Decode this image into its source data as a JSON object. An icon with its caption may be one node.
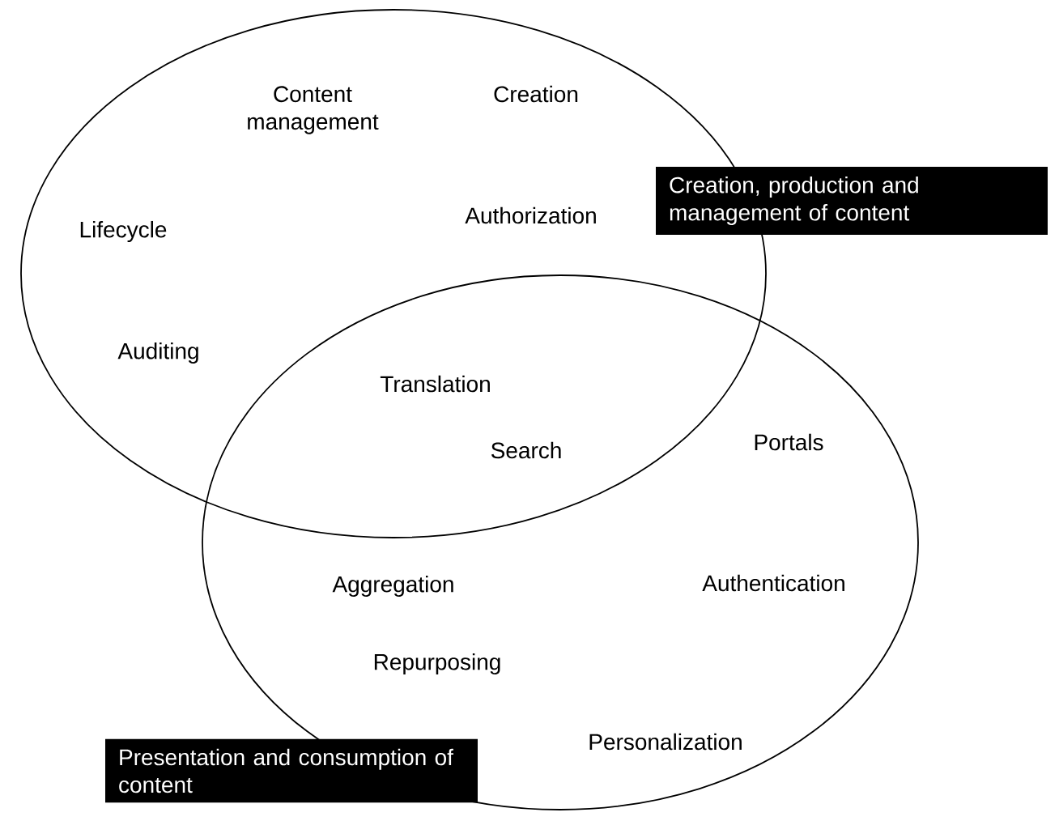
{
  "diagram": {
    "nodes": [
      {
        "text": [],
        "shape": "ellipse"
      },
      {
        "text": [],
        "shape": "ellipse"
      },
      {
        "text": [
          "Creation, production and management of content"
        ]
      },
      {
        "text": [
          "Presentation and consumption of content"
        ]
      }
    ],
    "labels": [
      "Content management",
      "Creation",
      "Lifecycle",
      "Authorization",
      "Auditing",
      "Translation",
      "Search",
      "Portals",
      "Aggregation",
      "Authentication",
      "Repurposing",
      "Personalization"
    ]
  }
}
